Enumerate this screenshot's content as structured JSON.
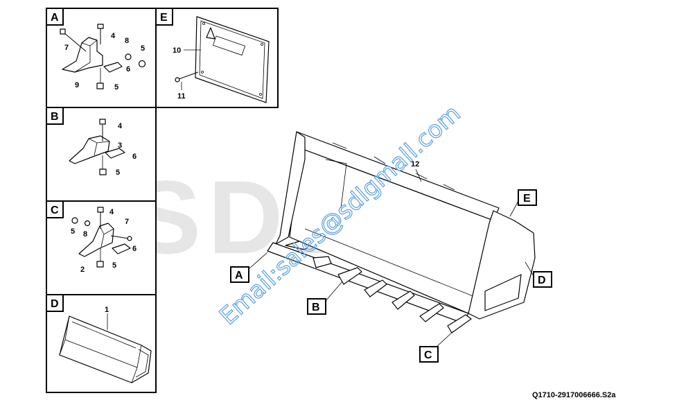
{
  "watermark": {
    "brand": "SDLG",
    "email": "Email:sales@sdlgmall.com"
  },
  "drawing_code": "Q1710-2917006666.S2a",
  "panels": {
    "A": {
      "tag": "A",
      "callouts": [
        "7",
        "4",
        "8",
        "5",
        "6",
        "9",
        "5"
      ]
    },
    "B": {
      "tag": "B",
      "callouts": [
        "4",
        "3",
        "6",
        "5"
      ]
    },
    "C": {
      "tag": "C",
      "callouts": [
        "4",
        "5",
        "8",
        "7",
        "6",
        "2",
        "5"
      ]
    },
    "D": {
      "tag": "D",
      "callouts": [
        "1"
      ]
    },
    "E": {
      "tag": "E",
      "callouts": [
        "10",
        "11"
      ]
    }
  },
  "main": {
    "part_number": "12",
    "tags": [
      "A",
      "B",
      "C",
      "D",
      "E"
    ]
  }
}
